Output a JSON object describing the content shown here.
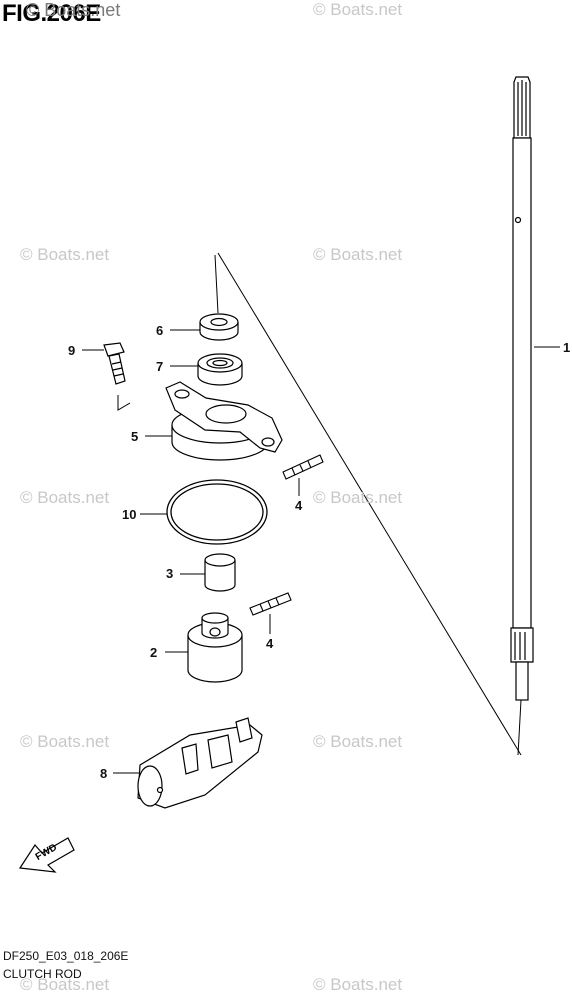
{
  "figure": {
    "title": "FIG.206E",
    "title_watermark": "© Boats.net",
    "model_code": "DF250_E03_018_206E",
    "caption": "CLUTCH ROD"
  },
  "watermarks": [
    "© Boats.net",
    "© Boats.net",
    "© Boats.net",
    "© Boats.net",
    "© Boats.net",
    "© Boats.net",
    "© Boats.net",
    "© Boats.net",
    "© Boats.net"
  ],
  "callouts": [
    "1",
    "2",
    "3",
    "4",
    "4",
    "5",
    "6",
    "7",
    "8",
    "9",
    "10"
  ],
  "fwd_label": "FWD"
}
